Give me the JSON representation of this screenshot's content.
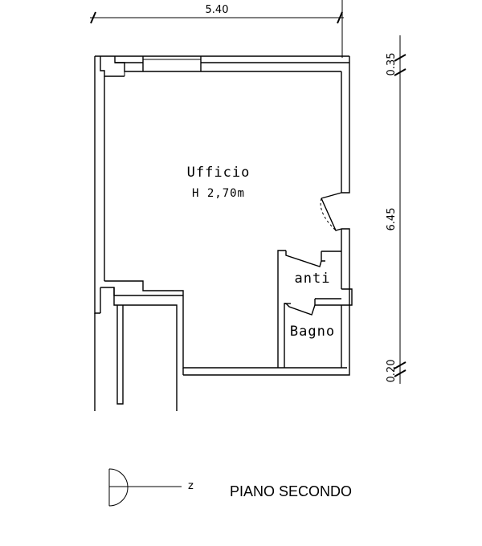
{
  "plan": {
    "title": "PIANO SECONDO",
    "north_label": "z",
    "dimensions": {
      "width_top": "5.40",
      "height_right_top": "0.35",
      "height_right_middle": "6.45",
      "height_right_bottom": "0.20"
    },
    "rooms": [
      {
        "name": "Ufficio",
        "detail": "H 2,70m"
      },
      {
        "name": "anti"
      },
      {
        "name": "Bagno"
      }
    ]
  }
}
